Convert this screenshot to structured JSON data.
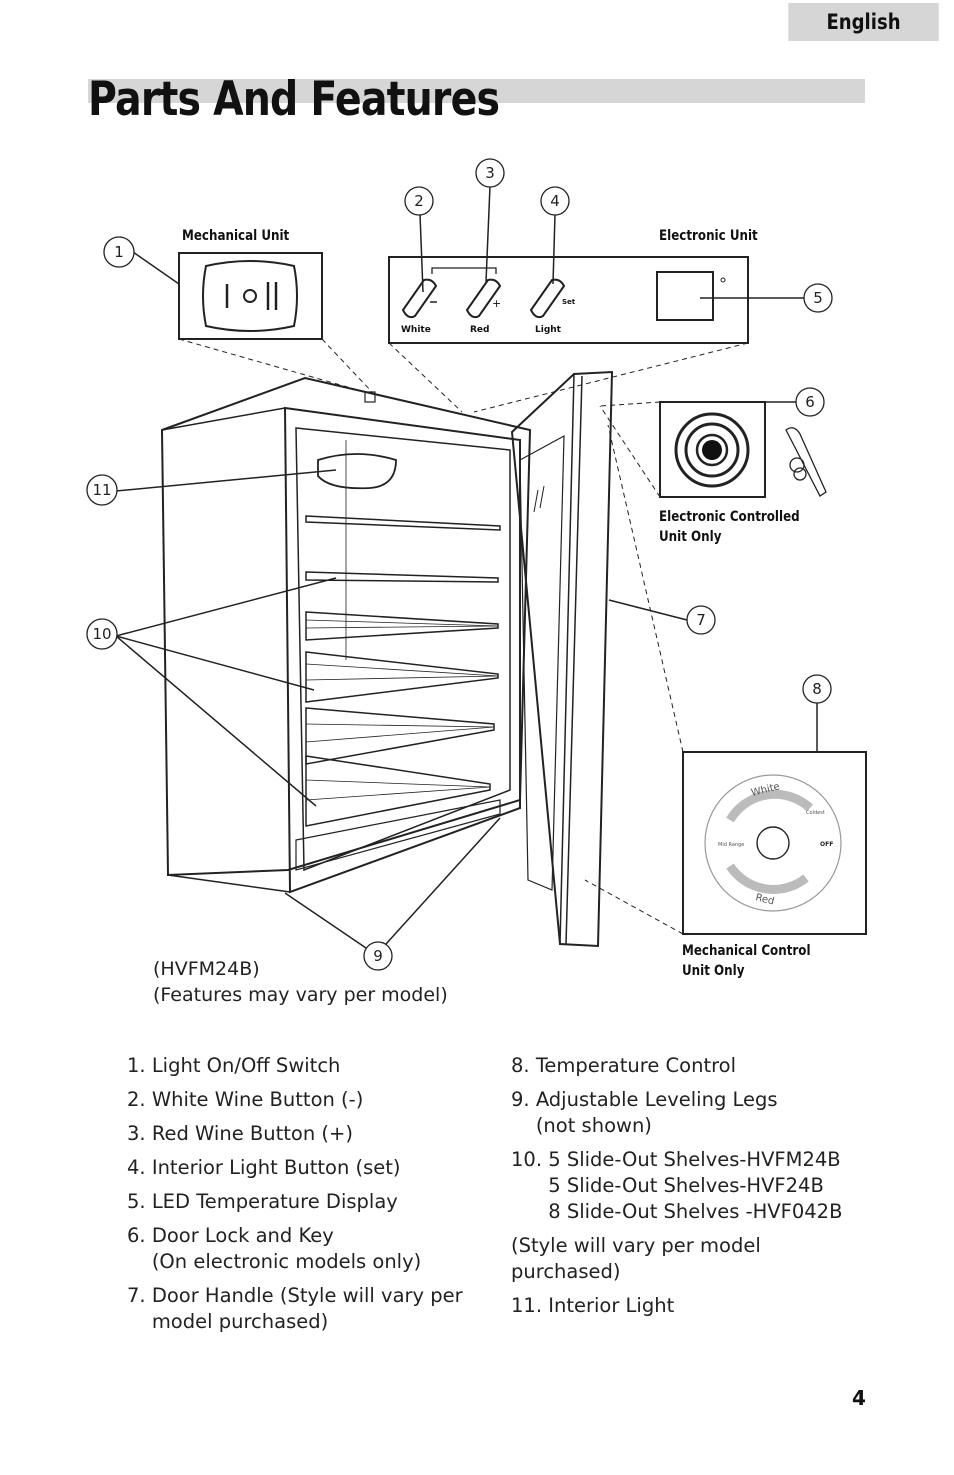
{
  "header": {
    "language": "English",
    "title": "Parts And Features",
    "page_number": "4"
  },
  "diagram": {
    "mechanical_unit_label": "Mechanical Unit",
    "electronic_unit_label": "Electronic Unit",
    "button_labels": {
      "white": "White",
      "red": "Red",
      "light": "Light",
      "set": "Set"
    },
    "electronic_controlled_label": [
      "Electronic Controlled",
      "Unit Only"
    ],
    "mechanical_control_label": [
      "Mechanical Control",
      "Unit Only"
    ],
    "dial_labels": {
      "white": "White",
      "red": "Red",
      "coldest": "Coldest",
      "mid_range": "Mid Range",
      "off": "OFF"
    },
    "callouts": [
      "1",
      "2",
      "3",
      "4",
      "5",
      "6",
      "7",
      "8",
      "9",
      "10",
      "11"
    ],
    "model": "(HVFM24B)",
    "note": "(Features may vary per model)"
  },
  "parts_left": [
    {
      "num": "1. ",
      "text": "Light On/Off Switch"
    },
    {
      "num": "2. ",
      "text": "White Wine Button (-)"
    },
    {
      "num": "3. ",
      "text": "Red Wine Button (+)"
    },
    {
      "num": "4. ",
      "text": "Interior Light Button (set)"
    },
    {
      "num": "5. ",
      "text": "LED Temperature Display"
    },
    {
      "num": "6. ",
      "text": "Door Lock and Key\n(On electronic models only)"
    },
    {
      "num": "7. ",
      "text": "Door Handle (Style will vary per\nmodel purchased)"
    }
  ],
  "parts_right": [
    {
      "num": "8. ",
      "text": "Temperature Control"
    },
    {
      "num": "9. ",
      "text": "Adjustable Leveling Legs\n(not shown)"
    },
    {
      "num": "10. ",
      "text": "5 Slide-Out Shelves-HVFM24B\n5 Slide-Out Shelves-HVF24B\n8 Slide-Out Shelves -HVF042B"
    }
  ],
  "parts_right_note": "(Style will vary per model purchased)",
  "parts_right_last": {
    "num": "11. ",
    "text": "Interior Light"
  }
}
